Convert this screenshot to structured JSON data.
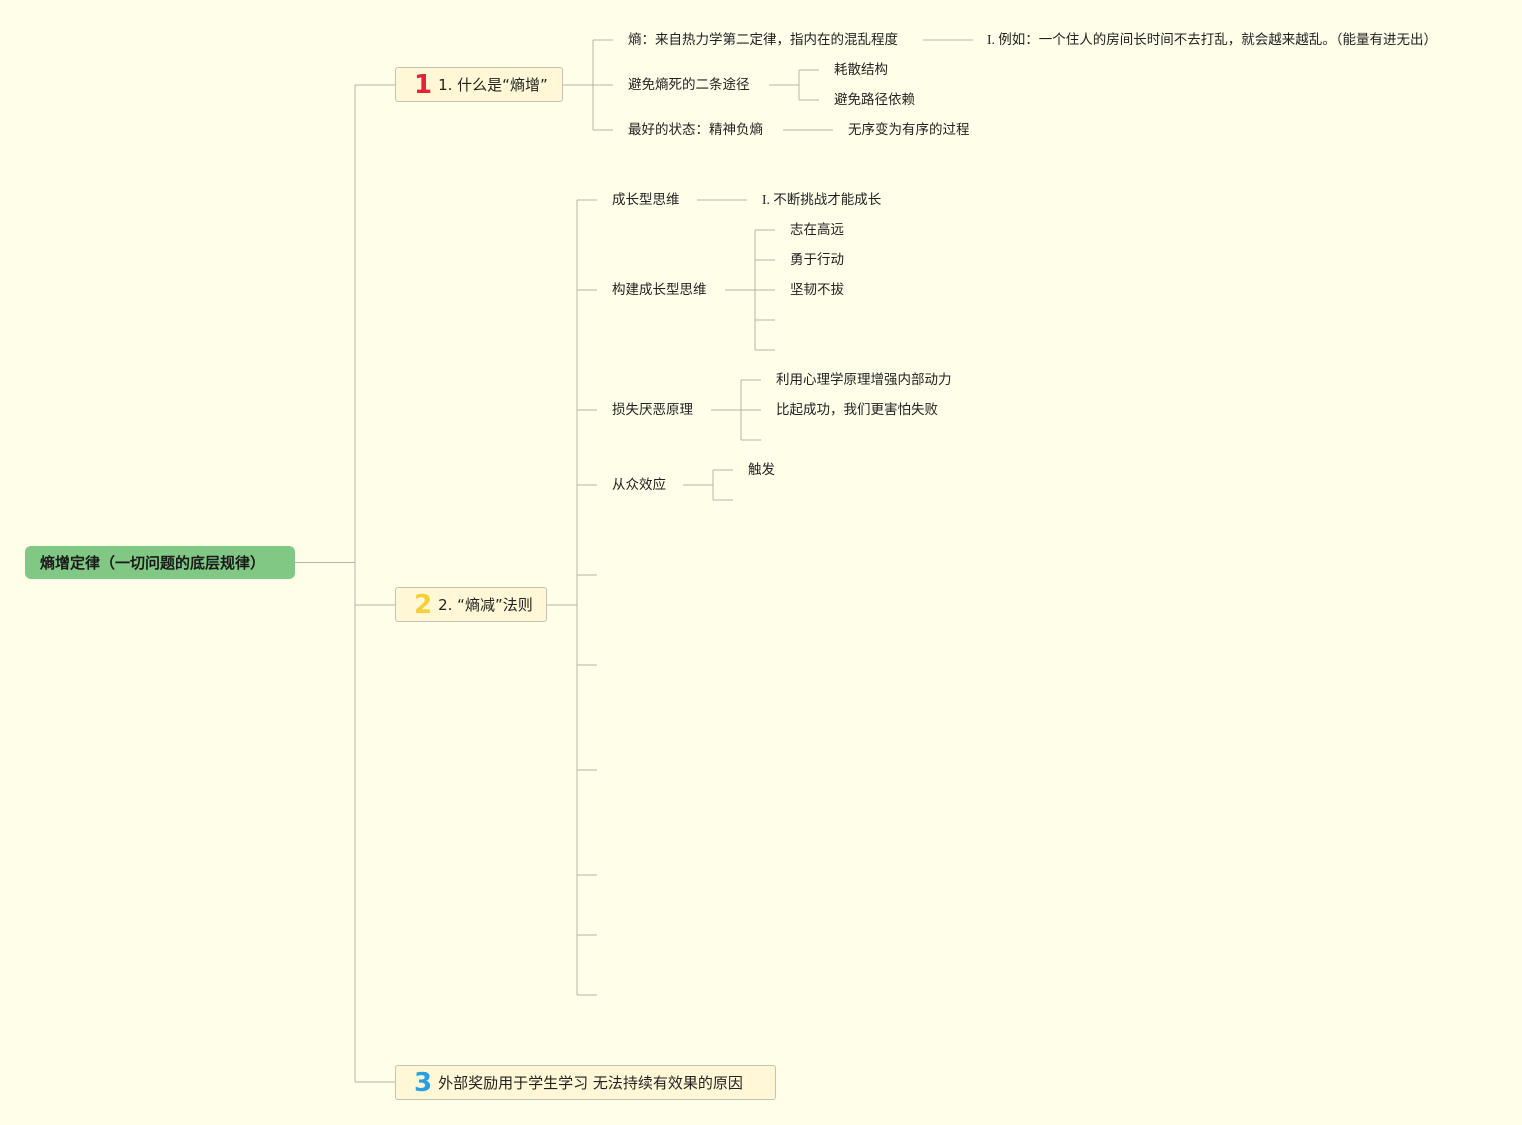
{
  "colors": {
    "background": "#fefee9",
    "root_fill": "#80c884",
    "branch_fill": "#fff7d6",
    "line": "#b5b5a3",
    "num1": "#e0253a",
    "num2": "#f4cf3a",
    "num3": "#2a9fe0"
  },
  "root": {
    "label": "熵增定律（一切问题的底层规律）"
  },
  "branches": [
    {
      "num": "1",
      "label": "1. 什么是“熵增”"
    },
    {
      "num": "2",
      "label": "2. “熵减”法则"
    },
    {
      "num": "3",
      "label": "外部奖励用于学生学习 无法持续有效果的原因"
    }
  ],
  "b1": {
    "entropy": "熵：来自热力学第二定律，指内在的混乱程度",
    "entropy_example": "I. 例如：一个住人的房间长时间不去打乱，就会越来越乱。（能量有进无出）",
    "avoid": "避免熵死的二条途径",
    "avoid_items": [
      "耗散结构",
      "避免路径依赖"
    ],
    "best": "最好的状态：精神负熵",
    "best_item": "无序变为有序的过程"
  },
  "b2": {
    "growth": "成长型思维",
    "growth_item": "I. 不断挑战才能成长",
    "build": "构建成长型思维",
    "build_items": [
      "志在高远",
      "勇于行动",
      "坚韧不拔"
    ],
    "loss": "损失厌恶原理",
    "loss_items": [
      "利用心理学原理增强内部动力",
      "比起成功，我们更害怕失败"
    ],
    "herd": "从众效应",
    "herd_item": "触发"
  }
}
